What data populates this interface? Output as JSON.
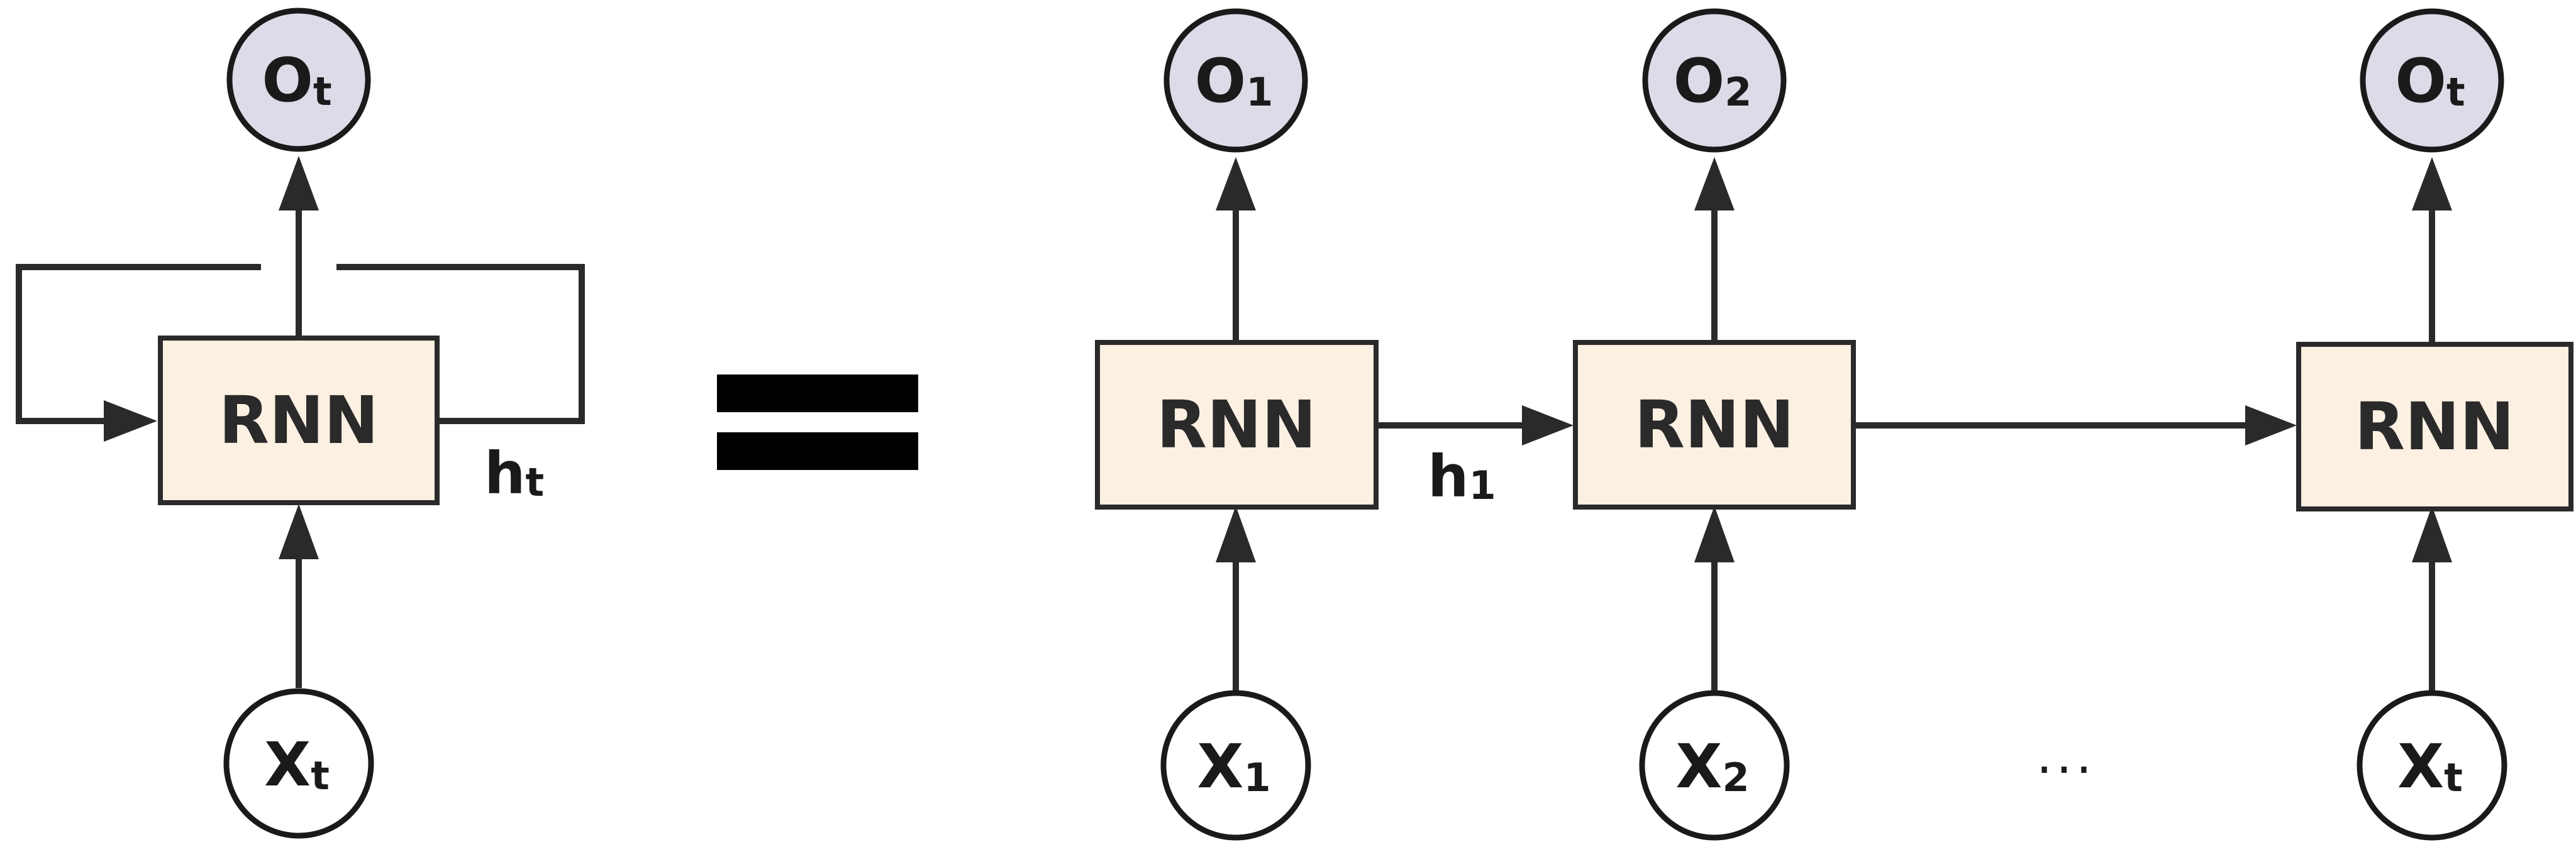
{
  "folded": {
    "rnn_label": "RNN",
    "output": {
      "main": "O",
      "sub": "t"
    },
    "input": {
      "main": "X",
      "sub": "t"
    },
    "hidden": {
      "main": "h",
      "sub": "t"
    }
  },
  "unrolled": {
    "cells": [
      {
        "rnn_label": "RNN",
        "output": {
          "main": "O",
          "sub": "1"
        },
        "input": {
          "main": "X",
          "sub": "1"
        }
      },
      {
        "rnn_label": "RNN",
        "output": {
          "main": "O",
          "sub": "2"
        },
        "input": {
          "main": "X",
          "sub": "2"
        }
      },
      {
        "rnn_label": "RNN",
        "output": {
          "main": "O",
          "sub": "t"
        },
        "input": {
          "main": "X",
          "sub": "t"
        }
      }
    ],
    "hidden_first": {
      "main": "h",
      "sub": "1"
    },
    "ellipsis": "..."
  },
  "colors": {
    "rnn_fill": "#fbf0e2",
    "output_fill": "#dcdbe8",
    "input_fill": "#ffffff",
    "stroke": "#2a2a2a"
  }
}
